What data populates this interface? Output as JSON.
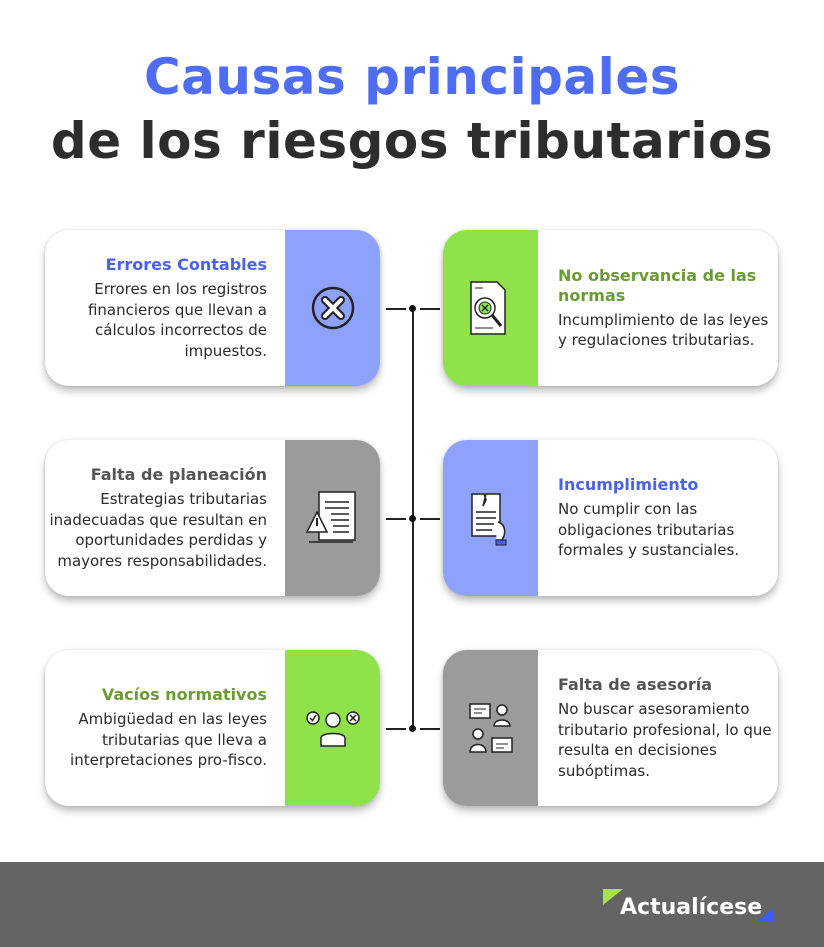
{
  "title": {
    "line1": "Causas principales",
    "line2": "de los riesgos tributarios"
  },
  "colors": {
    "blue": "#8ea2fb",
    "green": "#8fe24a",
    "gray": "#9b9b9b",
    "title_blue": "#4f6df2"
  },
  "cards": [
    {
      "heading": "Errores Contables",
      "text": "Errores en los registros financieros que llevan a cálculos incorrectos de impuestos.",
      "icon": "x-circle-icon"
    },
    {
      "heading": "No observancia de las normas",
      "text": "Incumplimiento de las leyes y regulaciones tributarias.",
      "icon": "document-magnifier-icon"
    },
    {
      "heading": "Falta de planeación",
      "text": "Estrategias tributarias inadecuadas que resultan en oportunidades perdidas y mayores responsabilidades.",
      "icon": "document-warning-icon"
    },
    {
      "heading": "Incumplimiento",
      "text": "No cumplir con las obligaciones tributarias formales y sustanciales.",
      "icon": "torn-document-hand-icon"
    },
    {
      "heading": "Vacíos normativos",
      "text": "Ambigüedad en las leyes tributarias que lleva a interpretaciones pro-fisco.",
      "icon": "person-check-cross-icon"
    },
    {
      "heading": "Falta de asesoría",
      "text": "No buscar asesoramiento tributario profesional, lo que resulta en decisiones subóptimas.",
      "icon": "consultation-people-icon"
    }
  ],
  "footer": {
    "logo": "Actualícese"
  }
}
